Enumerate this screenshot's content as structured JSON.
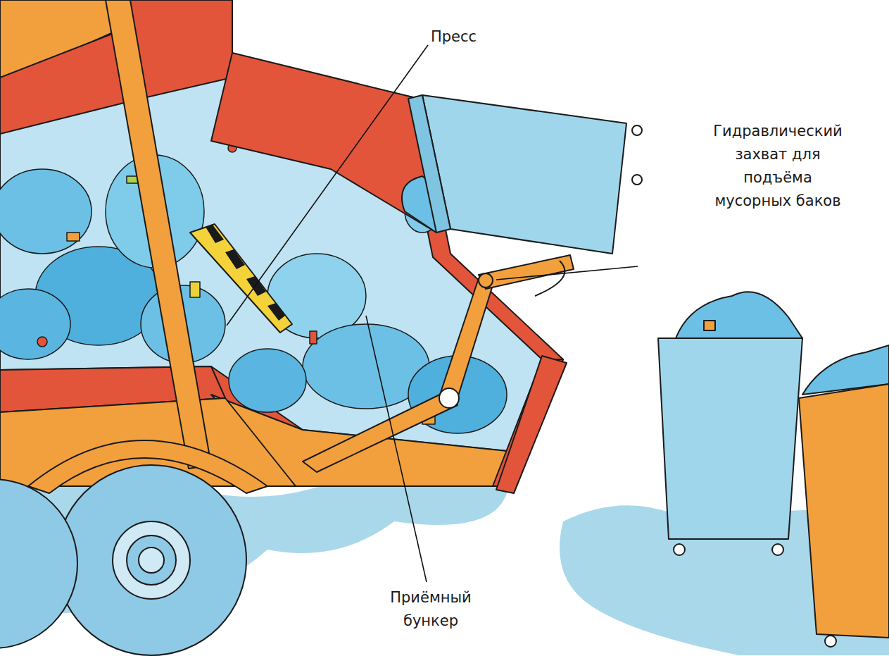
{
  "diagram": {
    "labels": [
      "Пресс",
      "Гидравлический захват для подъёма мусорных баков",
      "Приёмный бункер"
    ]
  }
}
